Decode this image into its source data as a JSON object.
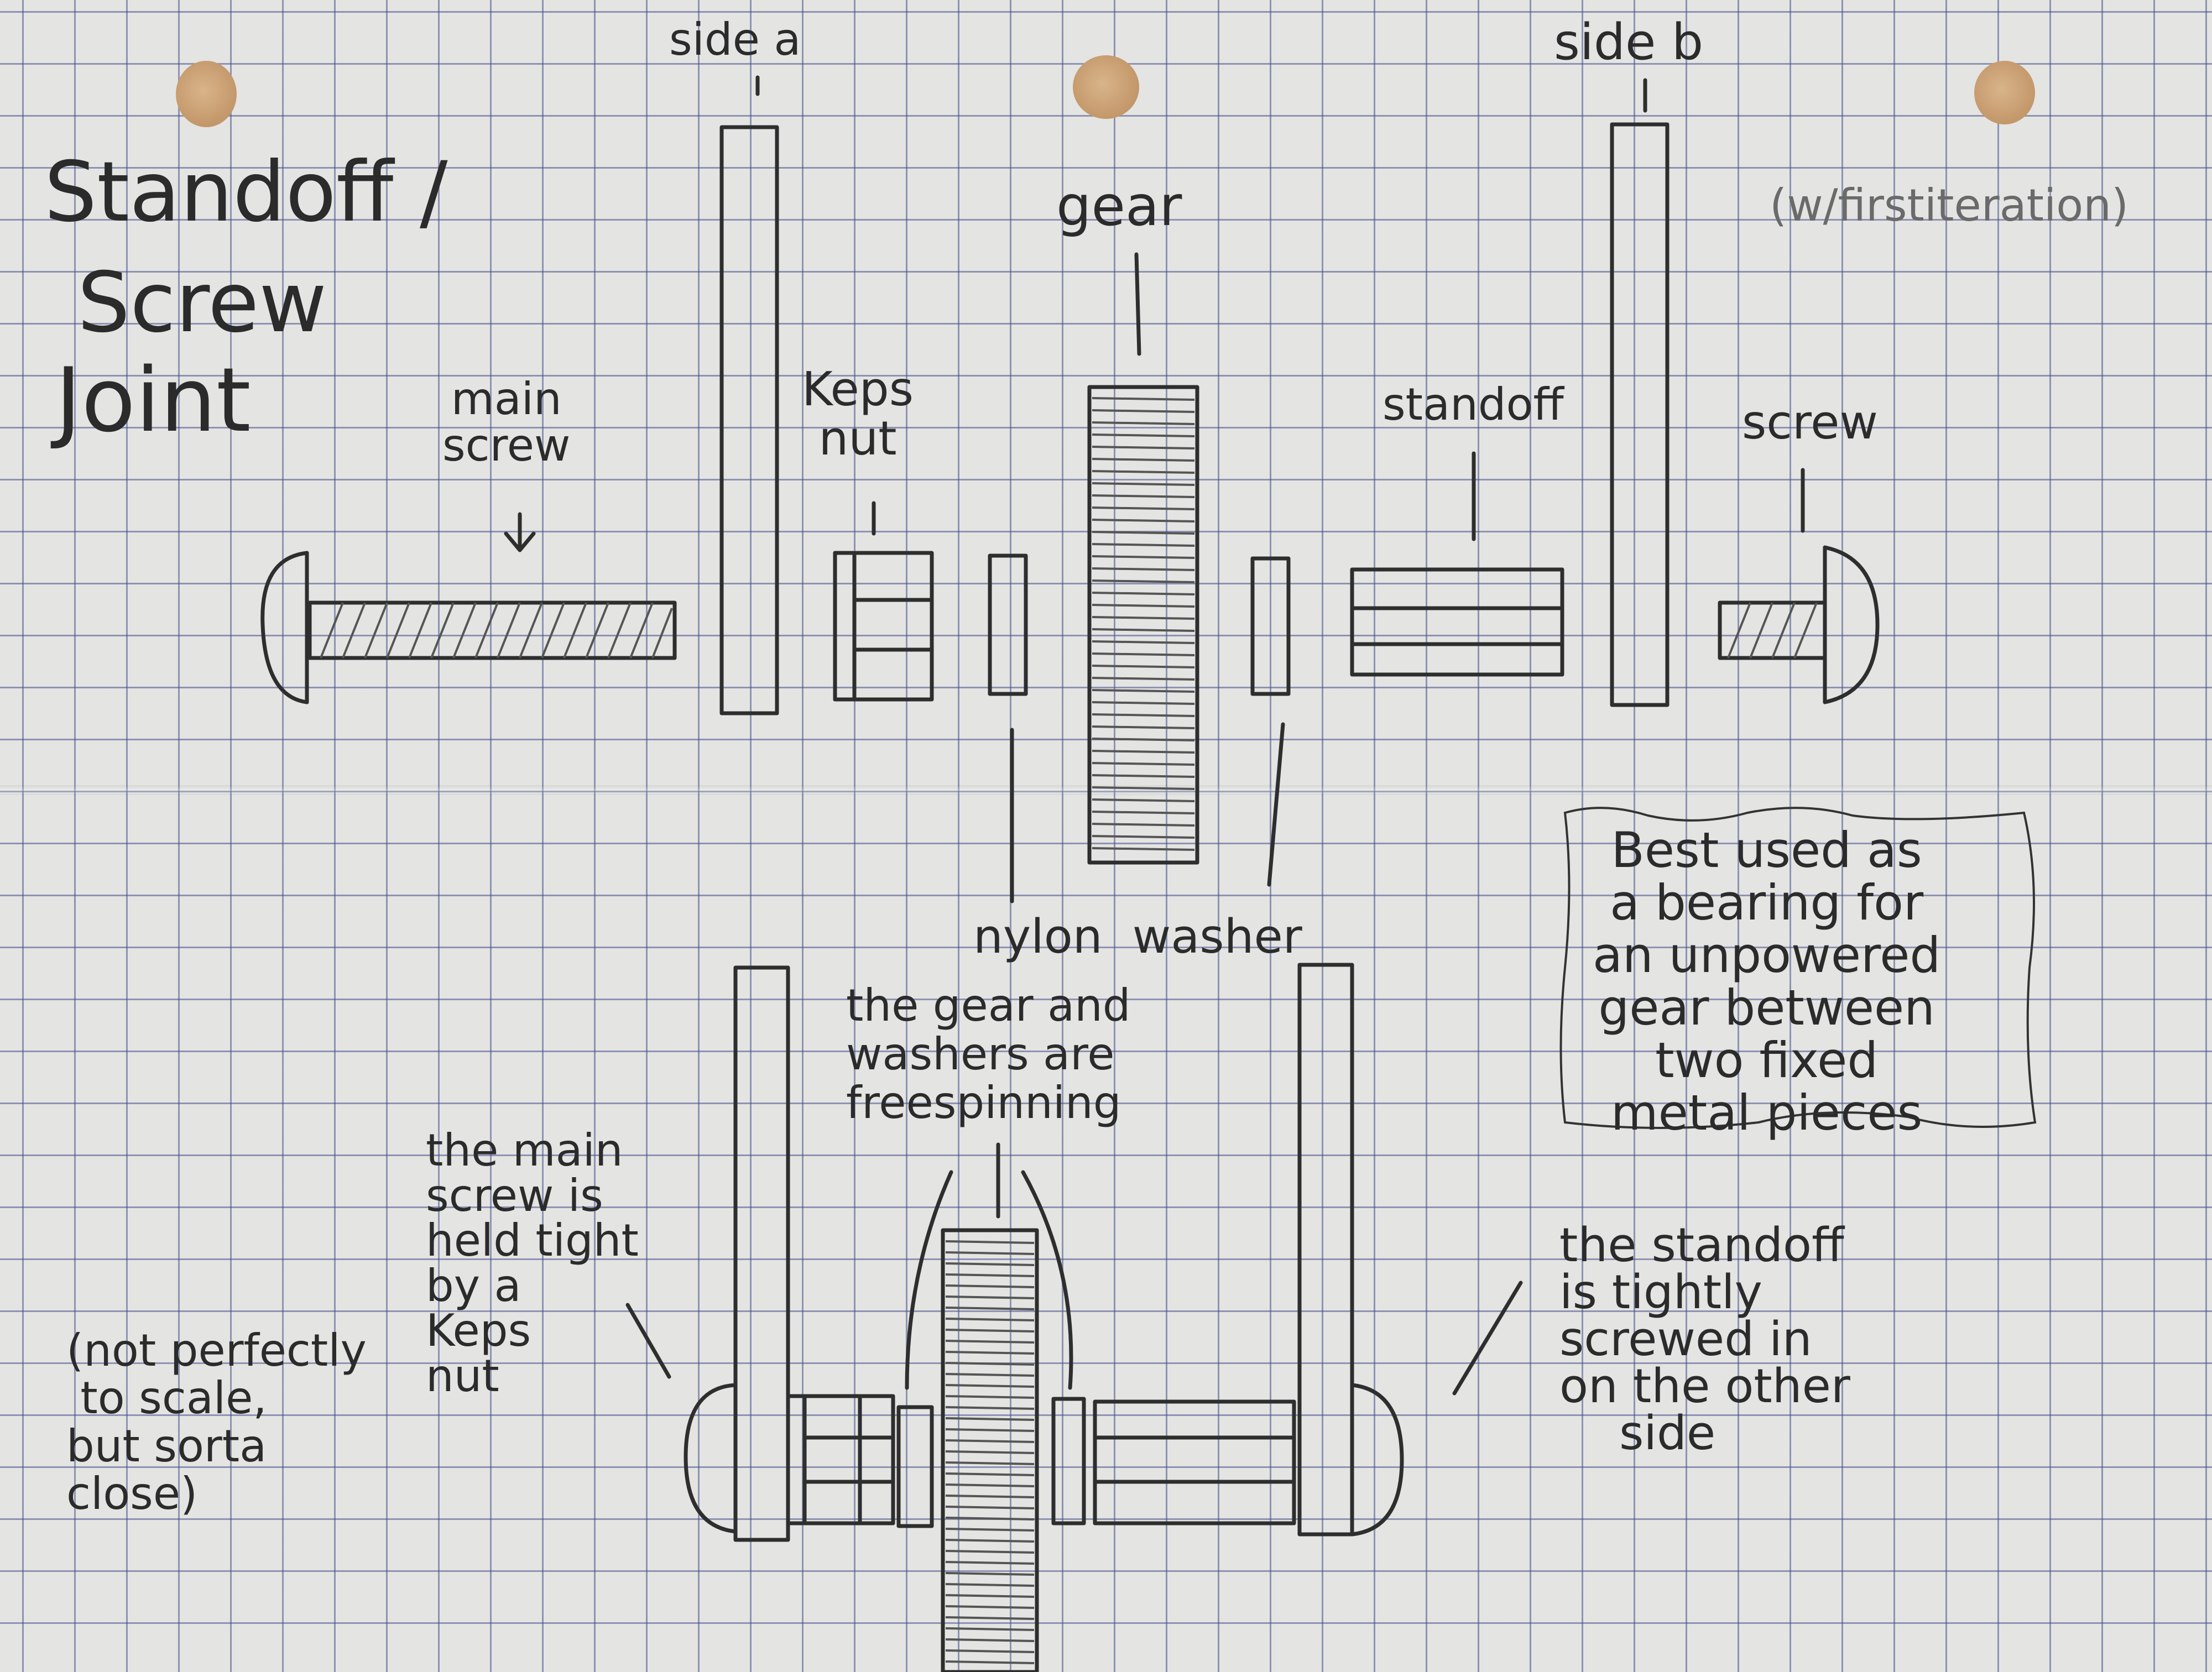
{
  "title": [
    "Standoff /",
    "Screw",
    "Joint"
  ],
  "iteration_note": "(w/firstiteration)",
  "labels": {
    "side_a": "side a",
    "side_b": "side b",
    "gear": "gear",
    "main_screw": "main\nscrew",
    "keps_nut": "Keps\nnut",
    "standoff": "standoff",
    "screw": "screw",
    "nylon_washer": "nylon  washer"
  },
  "notes": {
    "best_used": "Best used as\na bearing for\nan unpowered\ngear between\ntwo fixed\nmetal pieces",
    "free_spinning": "the gear and\nwashers are\nfreespinning",
    "main_screw_held": "the main\nscrew is\nheld tight\nby a\nKeps\nnut",
    "scale": "(not perfectly\n to scale,\nbut sorta\nclose)",
    "standoff_tight": "the standoff\nis tightly\nscrewed in\non the other\n    side"
  },
  "colors": {
    "paper": "#e4e4e2",
    "grid": "#4a5590",
    "pencil": "#2e2e2e",
    "hole": "#c49a6c"
  }
}
